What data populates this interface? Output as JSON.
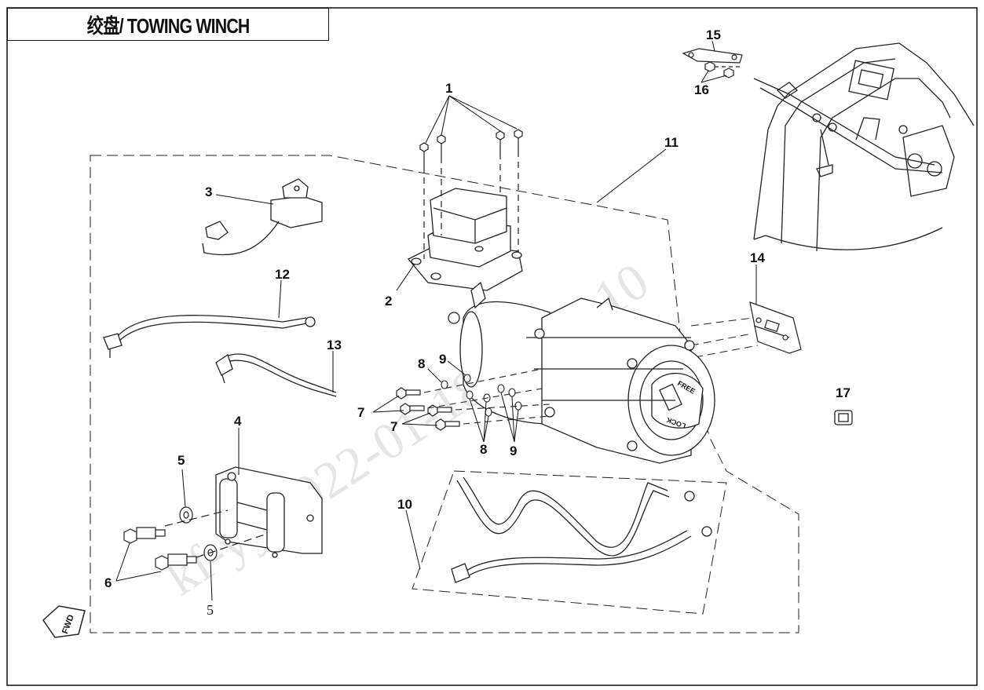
{
  "header": {
    "title": "绞盘/ TOWING WINCH"
  },
  "parts": [
    {
      "id": "callout-1",
      "label": "1"
    },
    {
      "id": "callout-2",
      "label": "2"
    },
    {
      "id": "callout-3",
      "label": "3"
    },
    {
      "id": "callout-4",
      "label": "4"
    },
    {
      "id": "callout-5a",
      "label": "5"
    },
    {
      "id": "callout-5b",
      "label": "5"
    },
    {
      "id": "callout-6",
      "label": "6"
    },
    {
      "id": "callout-7a",
      "label": "7"
    },
    {
      "id": "callout-7b",
      "label": "7"
    },
    {
      "id": "callout-8a",
      "label": "8"
    },
    {
      "id": "callout-8b",
      "label": "8"
    },
    {
      "id": "callout-9a",
      "label": "9"
    },
    {
      "id": "callout-9b",
      "label": "9"
    },
    {
      "id": "callout-10",
      "label": "10"
    },
    {
      "id": "callout-11",
      "label": "11"
    },
    {
      "id": "callout-12",
      "label": "12"
    },
    {
      "id": "callout-13",
      "label": "13"
    },
    {
      "id": "callout-14",
      "label": "14"
    },
    {
      "id": "callout-15",
      "label": "15"
    },
    {
      "id": "callout-16",
      "label": "16"
    },
    {
      "id": "callout-17",
      "label": "17"
    }
  ],
  "fwd_arrow": {
    "label": "FWD"
  },
  "winch_knob": {
    "free_label": "FREE",
    "lock_label": "LOCK"
  },
  "watermark": {
    "text": "kf-yy  2022-01-18  11:02:10"
  }
}
